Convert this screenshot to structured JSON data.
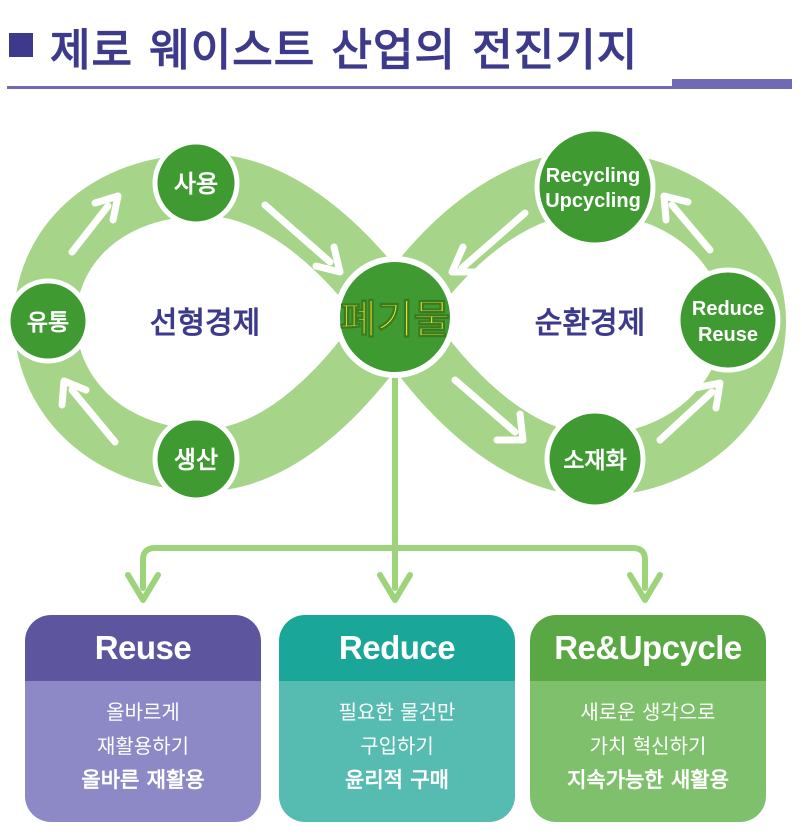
{
  "title": "제로 웨이스트 산업의 전진기지",
  "diagram": {
    "center": "폐기물",
    "linear_label": "선형경제",
    "circular_label": "순환경제",
    "left_nodes": {
      "top": "사용",
      "left": "유통",
      "bottom": "생산"
    },
    "right_nodes": {
      "top_line1": "Recycling",
      "top_line2": "Upcycling",
      "right_line1": "Reduce",
      "right_line2": "Reuse",
      "bottom": "소재화"
    }
  },
  "cards": [
    {
      "title": "Reuse",
      "line1": "올바르게",
      "line2": "재활용하기",
      "line3": "올바른 재활용"
    },
    {
      "title": "Reduce",
      "line1": "필요한 물건만",
      "line2": "구입하기",
      "line3": "윤리적 구매"
    },
    {
      "title": "Re&Upcycle",
      "line1": "새로운 생각으로",
      "line2": "가치 혁신하기",
      "line3": "지속가능한 새활용"
    }
  ],
  "colors": {
    "title": "#3d3a8c",
    "loop": "#a6d589",
    "node": "#3f9a32",
    "center_text": "#f7f22a",
    "arrow": "#ffffff",
    "connector": "#9dd37a"
  }
}
